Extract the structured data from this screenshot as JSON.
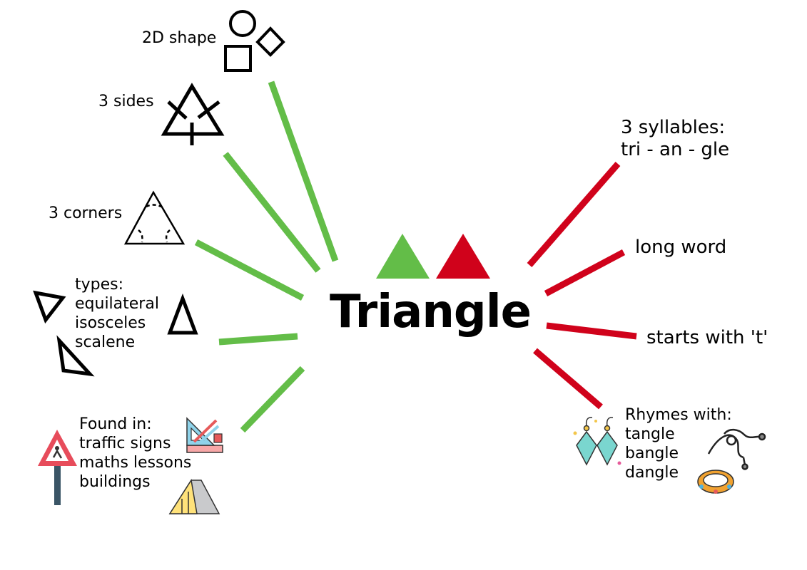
{
  "title": "Triangle",
  "colors": {
    "left_branch": "#63bd48",
    "right_branch": "#d0021b",
    "ink": "#000000"
  },
  "left": {
    "shape_2d": "2D shape",
    "sides": "3 sides",
    "corners": "3 corners",
    "types": [
      "types:",
      "equilateral",
      "isosceles",
      "scalene"
    ],
    "found_in": [
      "Found in:",
      "traffic signs",
      "maths lessons",
      "buildings"
    ]
  },
  "right": {
    "syllables": [
      "3 syllables:",
      "tri - an - gle"
    ],
    "long_word": "long word",
    "starts_with": "starts with 't'",
    "rhymes": [
      "Rhymes with:",
      "tangle",
      "bangle",
      "dangle"
    ]
  },
  "icons": [
    "shapes-icon",
    "triangle-sides-icon",
    "triangle-corners-icon",
    "triangle-types-icon",
    "road-sign-icon",
    "geometry-tools-icon",
    "a-frame-building-icon",
    "earrings-icon",
    "necklace-icon",
    "bangle-icon"
  ]
}
